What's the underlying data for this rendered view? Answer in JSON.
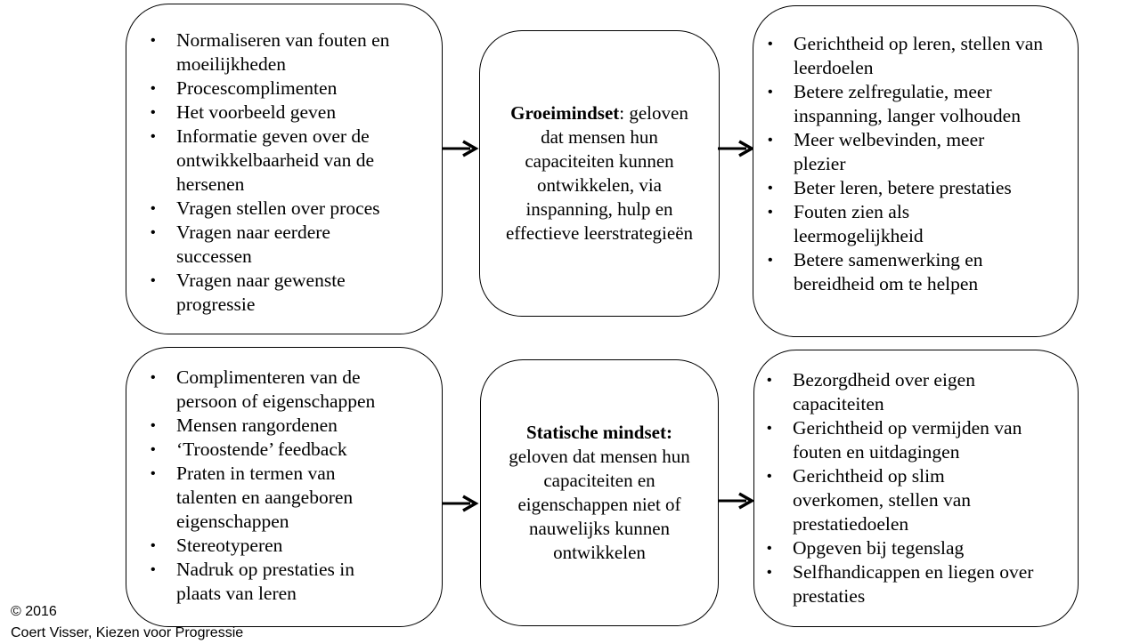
{
  "row_growth": {
    "causes": [
      "Normaliseren van fouten en moeilijkheden",
      "Procescomplimenten",
      "Het voorbeeld geven",
      "Informatie geven over de ontwikkelbaarheid van de hersenen",
      "Vragen stellen over proces",
      "Vragen naar eerdere successen",
      "Vragen naar gewenste progressie"
    ],
    "mindset_title": "Groeimindset",
    "mindset_colon": ":",
    "mindset_text": "geloven dat mensen hun capaciteiten kunnen ontwikkelen, via inspanning, hulp en effectieve leerstrategieën",
    "effects": [
      "Gerichtheid op leren, stellen van leerdoelen",
      "Betere zelfregulatie, meer inspanning, langer volhouden",
      "Meer welbevinden, meer plezier",
      "Beter leren, betere prestaties",
      "Fouten zien als leermogelijkheid",
      "Betere samenwerking en bereidheid om te helpen"
    ]
  },
  "row_fixed": {
    "causes": [
      "Complimenteren van de persoon of eigenschappen",
      "Mensen rangordenen",
      "‘Troostende’ feedback",
      "Praten in termen van talenten en aangeboren eigenschappen",
      "Stereotyperen",
      "Nadruk op prestaties in plaats van leren"
    ],
    "mindset_title": "Statische mindset:",
    "mindset_text": "geloven dat mensen hun capaciteiten en eigenschappen niet of nauwelijks kunnen ontwikkelen",
    "effects": [
      "Bezorgdheid over eigen capaciteiten",
      "Gerichtheid op vermijden van fouten en uitdagingen",
      "Gerichtheid op slim overkomen, stellen van prestatiedoelen",
      "Opgeven bij tegenslag",
      "Selfhandicappen en liegen over prestaties"
    ]
  },
  "footer": {
    "copyright": "© 2016",
    "author": "Coert Visser, Kiezen voor Progressie"
  }
}
